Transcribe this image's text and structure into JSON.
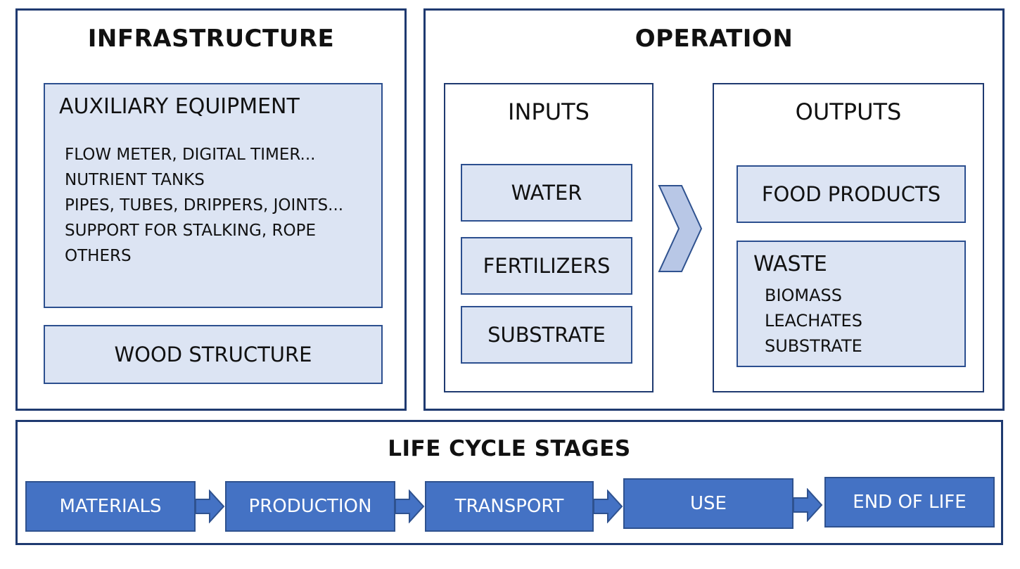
{
  "infrastructure": {
    "title": "INFRASTRUCTURE",
    "auxiliary": {
      "heading": "AUXILIARY EQUIPMENT",
      "items": [
        "FLOW METER, DIGITAL TIMER...",
        "NUTRIENT TANKS",
        "PIPES, TUBES, DRIPPERS, JOINTS...",
        "SUPPORT FOR STALKING, ROPE",
        "OTHERS"
      ]
    },
    "wood_structure": "WOOD STRUCTURE"
  },
  "operation": {
    "title": "OPERATION",
    "inputs": {
      "title": "INPUTS",
      "items": [
        "WATER",
        "FERTILIZERS",
        "SUBSTRATE"
      ]
    },
    "outputs": {
      "title": "OUTPUTS",
      "food_products": "FOOD PRODUCTS",
      "waste": {
        "heading": "WASTE",
        "items": [
          "BIOMASS",
          "LEACHATES",
          "SUBSTRATE"
        ]
      }
    }
  },
  "life_cycle": {
    "title": "LIFE CYCLE STAGES",
    "stages": [
      "MATERIALS",
      "PRODUCTION",
      "TRANSPORT",
      "USE",
      "END OF LIFE"
    ]
  },
  "colors": {
    "border": "#1f3a70",
    "light_box": "#dce4f3",
    "stage_fill": "#4472c4"
  }
}
